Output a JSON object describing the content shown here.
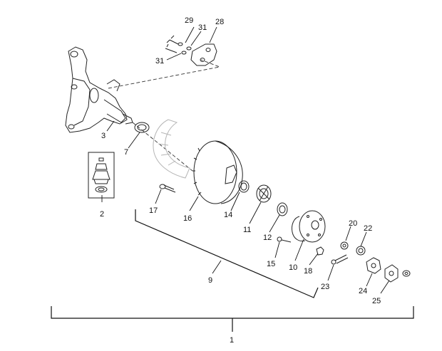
{
  "callouts": {
    "c1": "1",
    "c2": "2",
    "c3": "3",
    "c7": "7",
    "c9": "9",
    "c10": "10",
    "c11": "11",
    "c12": "12",
    "c14": "14",
    "c15": "15",
    "c16": "16",
    "c17": "17",
    "c18": "18",
    "c20": "20",
    "c22": "22",
    "c23": "23",
    "c24": "24",
    "c25": "25",
    "c28": "28",
    "c29": "29",
    "c31a": "31",
    "c31b": "31"
  }
}
